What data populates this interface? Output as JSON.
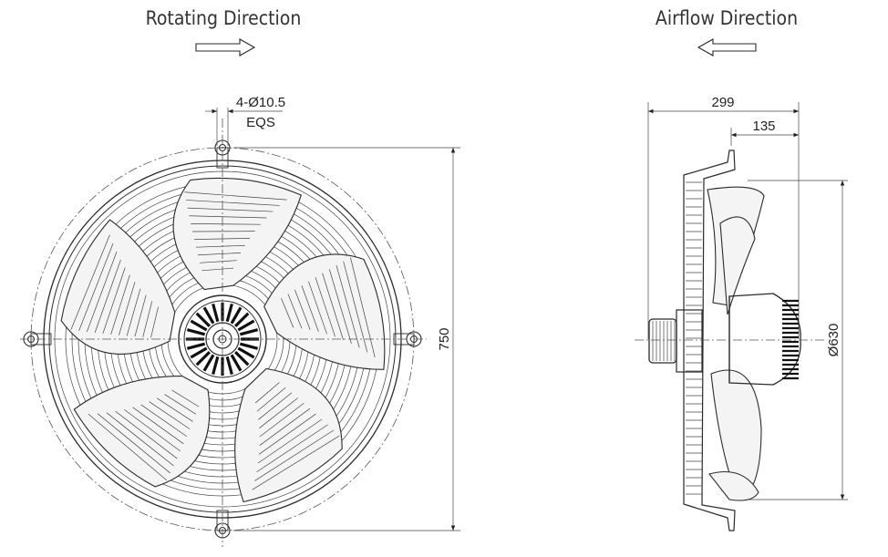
{
  "front_view": {
    "direction_label": "Rotating Direction",
    "hole_spec": "4-Ø10.5",
    "hole_spacing": "EQS",
    "overall_height": "750",
    "arrow_direction": "right",
    "blade_count": 5
  },
  "side_view": {
    "direction_label": "Airflow Direction",
    "overall_depth": "299",
    "motor_offset": "135",
    "impeller_diameter": "Ø630",
    "arrow_direction": "left"
  },
  "colors": {
    "line": "#2a2a2a",
    "background": "#ffffff"
  }
}
